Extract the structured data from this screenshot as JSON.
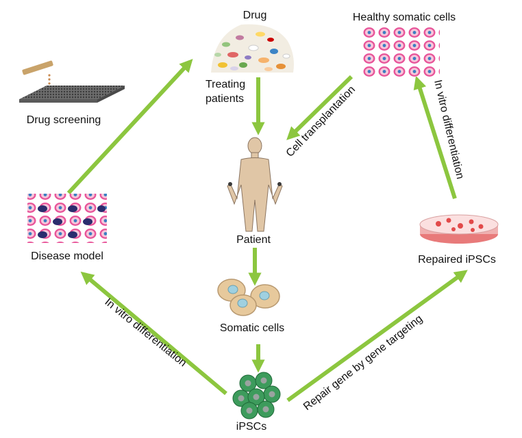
{
  "colors": {
    "arrow": "#8cc63f",
    "pink_cell": "#e8559a",
    "pink_cell_light": "#f4b6d2",
    "blue_nucleus": "#3c5aa8",
    "dark_nucleus": "#2b2d6e",
    "somatic_cell": "#e7c99c",
    "somatic_nucleus": "#9fd0e0",
    "ipsc_green": "#3d9b5c",
    "ipsc_nucleus": "#9aa3a0",
    "dish_red": "#e24a4a",
    "body_skin": "#e0c6a6"
  },
  "labels": {
    "drug": "Drug",
    "treating_patients": [
      "Treating",
      "patients"
    ],
    "healthy_somatic_cells": "Healthy somatic cells",
    "drug_screening": "Drug screening",
    "cell_transplantation": "Cell transplantation",
    "in_vitro_differentiation_right": "In vitro differentiation",
    "disease_model": "Disease model",
    "patient": "Patient",
    "repaired_ipscs": "Repaired iPSCs",
    "somatic_cells": "Somatic cells",
    "in_vitro_differentiation_left": "In vitro differentiation",
    "repair_gene": "Repair gene by gene targeting",
    "ipscs": "iPSCs"
  },
  "icons": {
    "drug": "pills-pile-icon",
    "healthy_cells": "pink-cell-grid-icon",
    "drug_screening": "pipette-plate-icon",
    "patient": "human-figure-icon",
    "disease_model": "diseased-cell-grid-icon",
    "repaired_ipscs": "petri-dish-icon",
    "somatic_cells": "somatic-cell-cluster-icon",
    "ipscs": "ipsc-colony-icon"
  }
}
